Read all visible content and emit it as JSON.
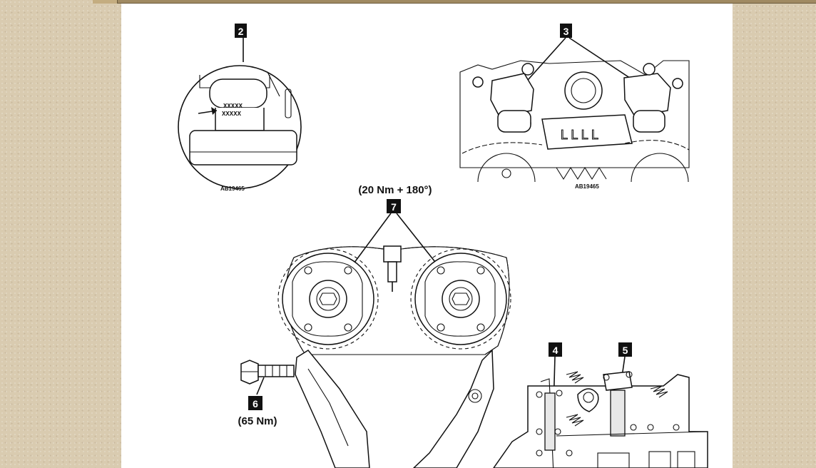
{
  "callouts": {
    "c2": "2",
    "c3": "3",
    "c4": "4",
    "c5": "5",
    "c6": "6",
    "c7": "7"
  },
  "torque": {
    "camshaft_bolts": "(20 Nm + 180°)",
    "tensioner_bolt": "(65 Nm)"
  },
  "reference_codes": {
    "detail_left": "AB19465",
    "detail_right": "AB19465"
  },
  "stamp_lines": [
    "XXXXX",
    "XXXXX"
  ]
}
